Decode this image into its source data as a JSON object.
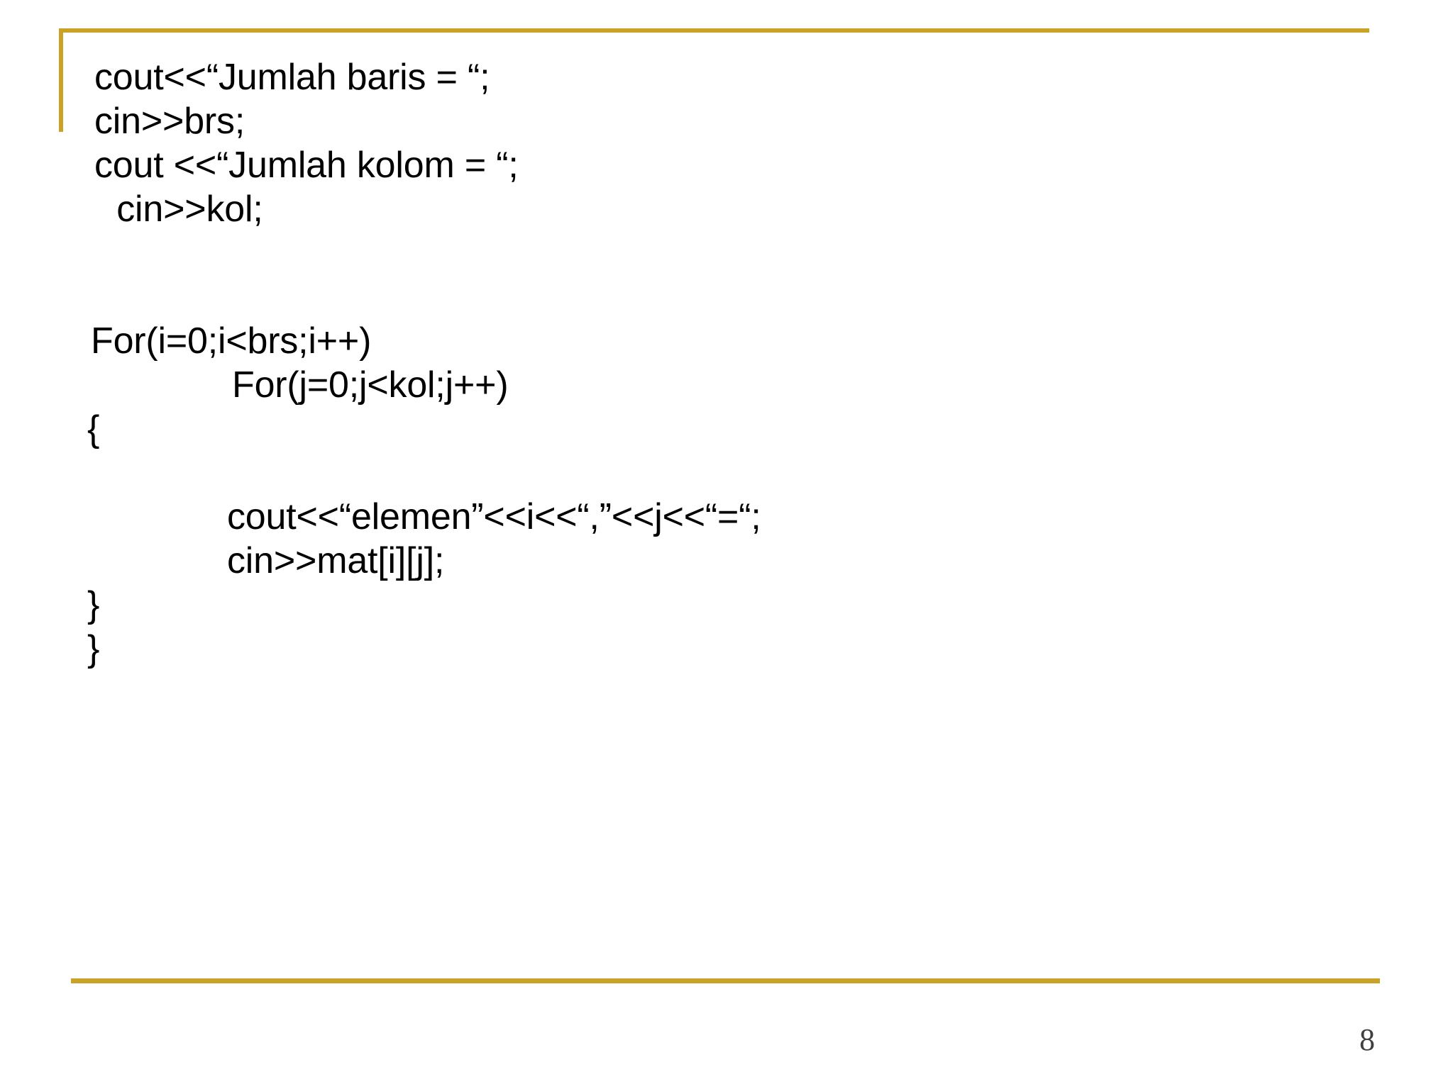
{
  "slide": {
    "page_number": "8",
    "accent_color": "#C9A227",
    "background_color": "#FFFFFF",
    "text_color": "#000000",
    "page_number_color": "#404040"
  },
  "decoration": {
    "top_rule": "horizontal-gold-rule",
    "left_rule": "vertical-gold-rule",
    "bottom_rule": "horizontal-gold-rule"
  },
  "code": {
    "language": "cpp",
    "lines": [
      {
        "id": "line-1",
        "indent": "ind-0",
        "text": "cout<<“Jumlah baris = “;"
      },
      {
        "id": "line-2",
        "indent": "ind-0",
        "text": "cin>>brs;"
      },
      {
        "id": "line-3",
        "indent": "ind-0",
        "text": "cout <<“Jumlah kolom = “;"
      },
      {
        "id": "line-4",
        "indent": "ind-sp",
        "text": " cin>>kol;"
      },
      {
        "id": "line-5",
        "indent": "ind-0",
        "text": ""
      },
      {
        "id": "line-6",
        "indent": "ind-0",
        "text": ""
      },
      {
        "id": "line-7",
        "indent": "ind-1",
        "text": "For(i=0;i<brs;i++)"
      },
      {
        "id": "line-8",
        "indent": "ind-3",
        "text": "For(j=0;j<kol;j++)"
      },
      {
        "id": "line-9",
        "indent": "ind-2",
        "text": "{"
      },
      {
        "id": "line-10",
        "indent": "ind-0",
        "text": ""
      },
      {
        "id": "line-11",
        "indent": "ind-4",
        "text": "cout<<“elemen”<<i<<“,”<<j<<“=“;"
      },
      {
        "id": "line-12",
        "indent": "ind-4",
        "text": "cin>>mat[i][j];"
      },
      {
        "id": "line-13",
        "indent": "ind-2",
        "text": "}"
      },
      {
        "id": "line-14",
        "indent": "ind-2",
        "text": "}"
      }
    ]
  }
}
